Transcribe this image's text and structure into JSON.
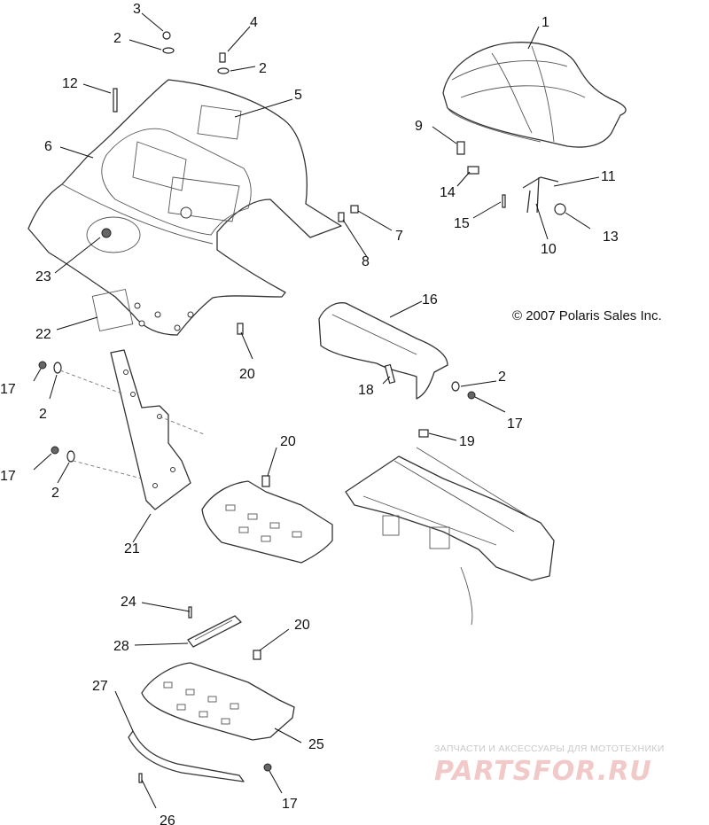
{
  "copyright": "© 2007 Polaris Sales Inc.",
  "watermark": {
    "tagline": "ЗАПЧАСТИ И АКСЕССУАРЫ ДЛЯ МОТОТЕХНИКИ",
    "logo": "PARTSFOR.RU"
  },
  "callouts": [
    {
      "id": "c1",
      "label": "1"
    },
    {
      "id": "c2a",
      "label": "2"
    },
    {
      "id": "c2b",
      "label": "2"
    },
    {
      "id": "c2c",
      "label": "2"
    },
    {
      "id": "c2d",
      "label": "2"
    },
    {
      "id": "c2e",
      "label": "2"
    },
    {
      "id": "c3",
      "label": "3"
    },
    {
      "id": "c4",
      "label": "4"
    },
    {
      "id": "c5",
      "label": "5"
    },
    {
      "id": "c6",
      "label": "6"
    },
    {
      "id": "c7",
      "label": "7"
    },
    {
      "id": "c8",
      "label": "8"
    },
    {
      "id": "c9",
      "label": "9"
    },
    {
      "id": "c10",
      "label": "10"
    },
    {
      "id": "c11",
      "label": "11"
    },
    {
      "id": "c12",
      "label": "12"
    },
    {
      "id": "c13",
      "label": "13"
    },
    {
      "id": "c14",
      "label": "14"
    },
    {
      "id": "c15",
      "label": "15"
    },
    {
      "id": "c16",
      "label": "16"
    },
    {
      "id": "c17a",
      "label": "17"
    },
    {
      "id": "c17b",
      "label": "17"
    },
    {
      "id": "c17c",
      "label": "17"
    },
    {
      "id": "c17d",
      "label": "17"
    },
    {
      "id": "c18",
      "label": "18"
    },
    {
      "id": "c19",
      "label": "19"
    },
    {
      "id": "c20a",
      "label": "20"
    },
    {
      "id": "c20b",
      "label": "20"
    },
    {
      "id": "c20c",
      "label": "20"
    },
    {
      "id": "c21",
      "label": "21"
    },
    {
      "id": "c22",
      "label": "22"
    },
    {
      "id": "c23",
      "label": "23"
    },
    {
      "id": "c24",
      "label": "24"
    },
    {
      "id": "c25",
      "label": "25"
    },
    {
      "id": "c26",
      "label": "26"
    },
    {
      "id": "c27",
      "label": "27"
    },
    {
      "id": "c28",
      "label": "28"
    }
  ]
}
